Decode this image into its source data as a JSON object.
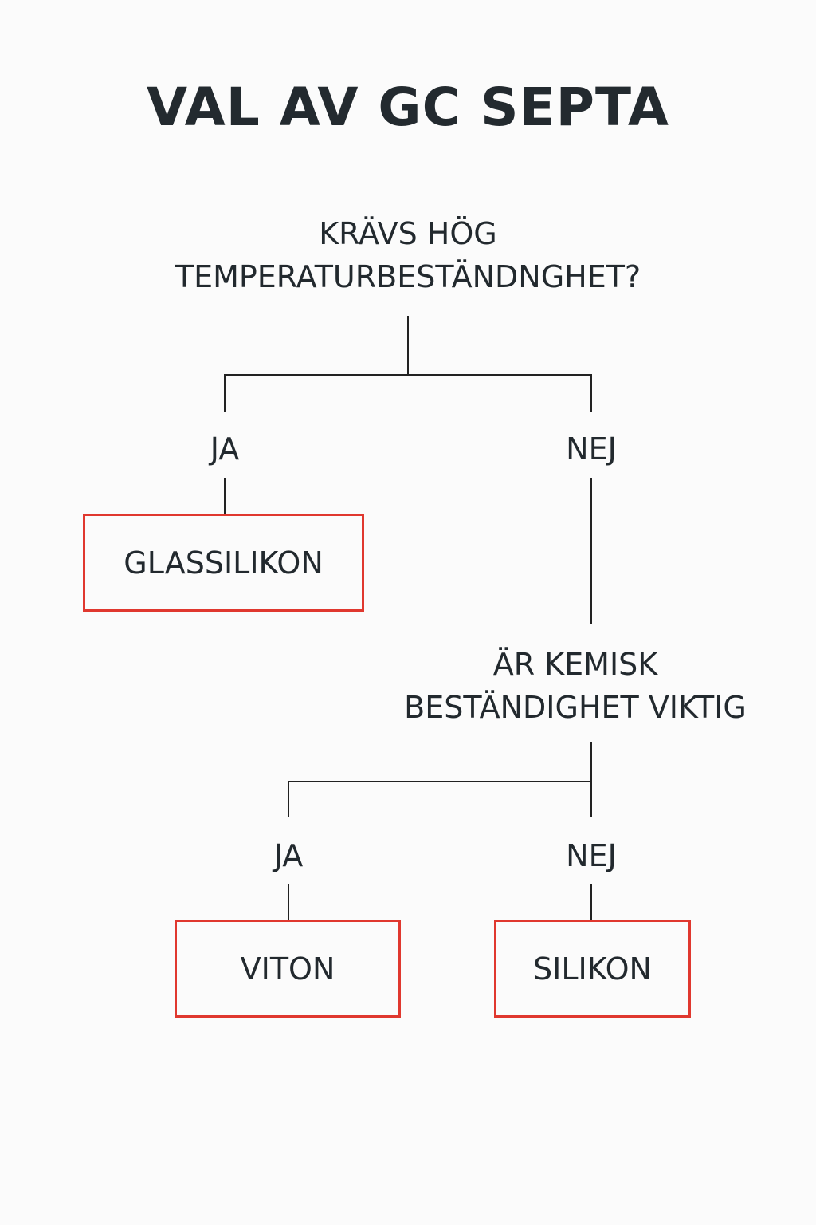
{
  "title": "VAL AV GC SEPTA",
  "question1": {
    "line1": "KRÄVS HÖG",
    "line2": "TEMPERATURBESTÄNDNGHET?"
  },
  "question1_branches": {
    "yes": "JA",
    "no": "NEJ"
  },
  "result_yes_1": "GLASSILIKON",
  "question2": {
    "line1": "ÄR KEMISK",
    "line2": "BESTÄNDIGHET VIKTIG"
  },
  "question2_branches": {
    "yes": "JA",
    "no": "NEJ"
  },
  "result_yes_2": "VITON",
  "result_no_2": "SILIKON",
  "colors": {
    "box_border": "#e0382f",
    "line": "#222222",
    "text": "#22292e"
  }
}
